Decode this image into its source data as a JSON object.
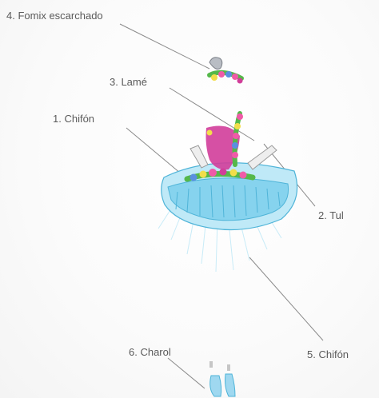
{
  "labels": [
    {
      "id": "label-1",
      "text": "1. Chifón"
    },
    {
      "id": "label-2",
      "text": "2. Tul"
    },
    {
      "id": "label-3",
      "text": "3. Lamé"
    },
    {
      "id": "label-4",
      "text": "4. Fomix escarchado"
    },
    {
      "id": "label-5",
      "text": "5. Chifón"
    },
    {
      "id": "label-6",
      "text": "6. Charol"
    }
  ],
  "colors": {
    "leader_line": "#8a8a8a",
    "skirt_light": "#bfe9f7",
    "skirt_mid": "#86d3ee",
    "skirt_dark": "#4fb4d8",
    "bodice": "#d23d9a",
    "flower_pink": "#f05aa8",
    "flower_yellow": "#f2de4a",
    "flower_blue": "#5a8fe0",
    "leaf_green": "#55b84a",
    "headpiece_silver": "#b9bdc4",
    "shoe_blue": "#9fd8f0"
  }
}
